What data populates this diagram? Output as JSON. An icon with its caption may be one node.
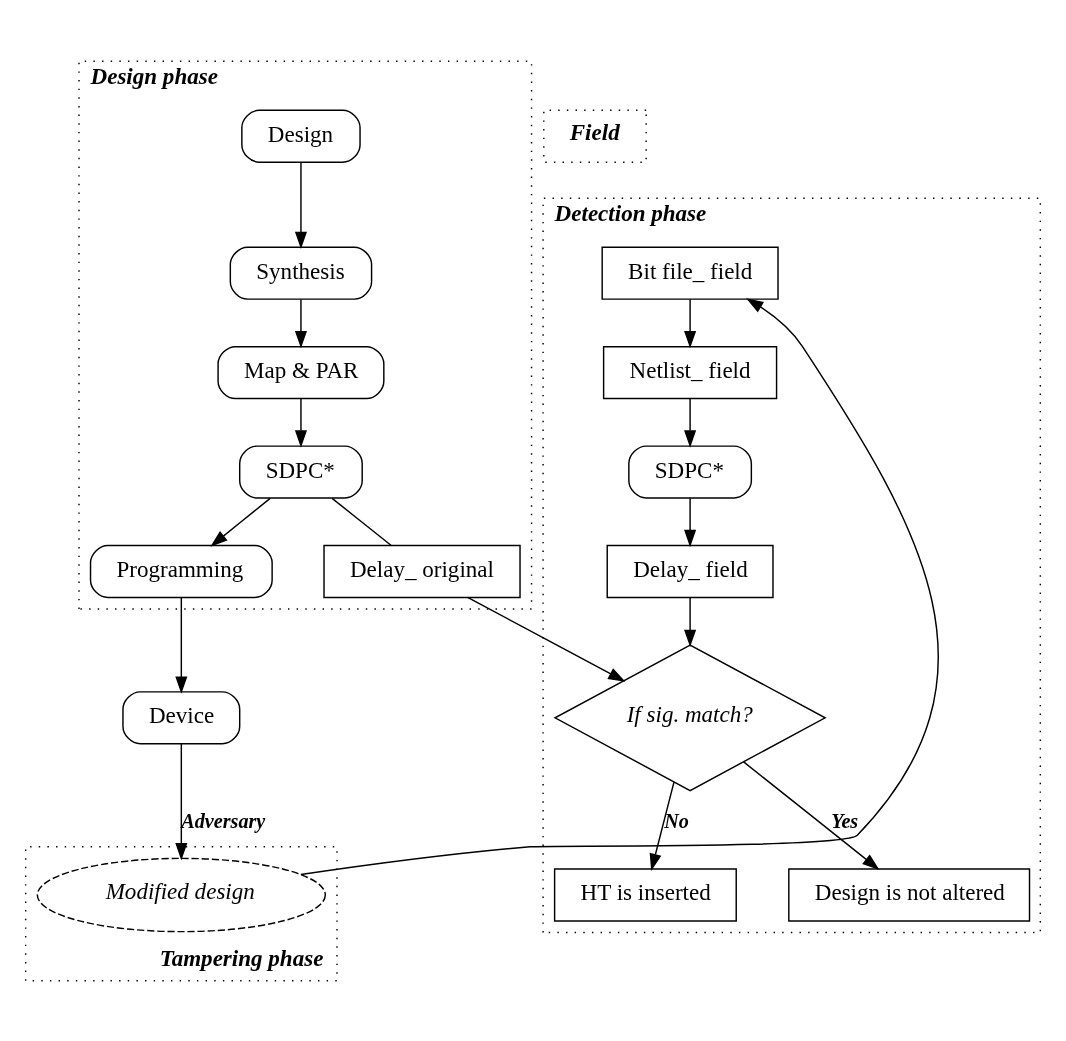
{
  "diagram": {
    "nodes": [
      {
        "text": [
          "Design phase"
        ]
      },
      {
        "text": [
          "Design"
        ],
        "in": 0
      },
      {
        "text": [
          "Synthesis"
        ],
        "in": 0
      },
      {
        "text": [
          "Map & PAR"
        ],
        "in": 0
      },
      {
        "text": [
          "SDPC*"
        ],
        "in": 0
      },
      {
        "text": [
          "Delay_ original"
        ],
        "in": 0
      },
      {
        "text": [
          "Programming"
        ],
        "in": 0
      },
      {
        "text": [
          "Detection phase"
        ]
      },
      {
        "text": [
          "Bit file_ field"
        ],
        "in": 7
      },
      {
        "text": [
          "Netlist_ field"
        ],
        "in": 7
      },
      {
        "text": [
          "SDPC*"
        ],
        "in": 7
      },
      {
        "text": [
          "Delay_ field"
        ],
        "in": 7
      },
      {
        "text": [
          "If sig. match?"
        ],
        "in": 7
      },
      {
        "text": [
          "HT is inserted"
        ],
        "in": 7
      },
      {
        "text": [
          "Design is not altered"
        ],
        "in": 7
      },
      {
        "text": [
          "Tampering phase"
        ]
      },
      {
        "text": [
          "Modified design"
        ],
        "in": 15
      },
      {
        "text": [
          "Device"
        ]
      },
      {
        "text": [
          "Field"
        ]
      }
    ],
    "edges": [
      {
        "from": 1,
        "to": 2,
        "arrow": "to"
      },
      {
        "from": 2,
        "to": 3,
        "arrow": "to"
      },
      {
        "from": 3,
        "to": 4,
        "arrow": "to"
      },
      {
        "from": 4,
        "to": 6,
        "arrow": "to"
      },
      {
        "from": 4,
        "to": 5,
        "arrow": "none"
      },
      {
        "from": 5,
        "to": 12,
        "arrow": "to"
      },
      {
        "from": 6,
        "to": 17,
        "arrow": "to"
      },
      {
        "from": 17,
        "to": 16,
        "arrow": "to",
        "label": "Adversary"
      },
      {
        "from": 16,
        "to": 8,
        "arrow": "to"
      },
      {
        "from": 8,
        "to": 9,
        "arrow": "to"
      },
      {
        "from": 9,
        "to": 10,
        "arrow": "to"
      },
      {
        "from": 10,
        "to": 11,
        "arrow": "to"
      },
      {
        "from": 11,
        "to": 12,
        "arrow": "to"
      },
      {
        "from": 12,
        "to": 13,
        "arrow": "to",
        "label": "No"
      },
      {
        "from": 12,
        "to": 14,
        "arrow": "to",
        "label": "Yes"
      }
    ]
  }
}
